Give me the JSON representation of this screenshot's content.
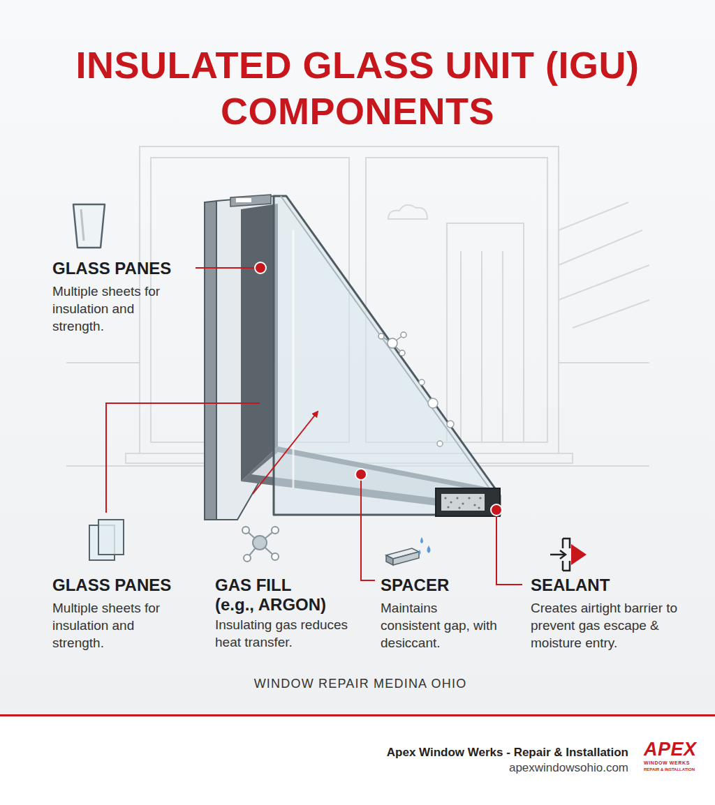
{
  "diagram": {
    "title": "INSULATED GLASS UNIT (IGU) COMPONENTS",
    "labels": [
      "GLASS PANES",
      "Multiple sheets for insulation and strength.",
      "GLASS PANES",
      "Multiple sheets for insulation and strength.",
      "GAS FILL (e.g., ARGON)",
      "Insulating gas reduces heat transfer.",
      "SPACER",
      "Maintains consistent gap, with desiccant.",
      "SEALANT",
      "Creates airtight barrier to prevent gas escape & moisture entry.",
      "WINDOW REPAIR MEDINA OHIO",
      "Apex Window Werks - Repair & Installation",
      "apexwindowsohio.com",
      "APEX",
      "WINDOW WERKS",
      "REPAIR & INSTALLATION"
    ]
  }
}
